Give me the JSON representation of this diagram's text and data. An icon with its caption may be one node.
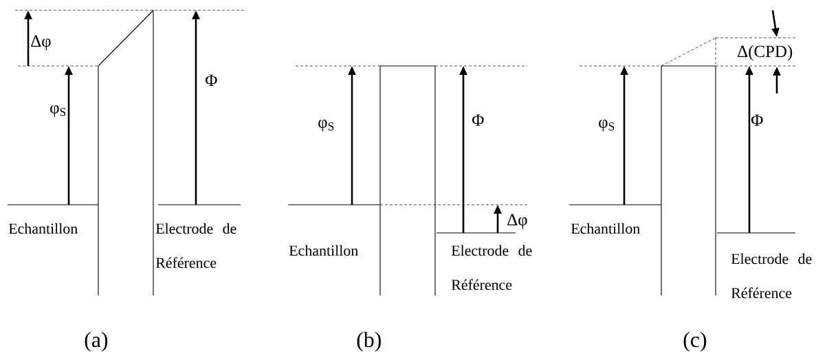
{
  "diagram": {
    "labels": [
      "Δφ",
      "φ$_{S}$",
      "Φ",
      "Echantillon",
      "Electrode de Référence",
      "(a)",
      "φ$_{S}$",
      "Φ",
      "Δφ",
      "Echantillon",
      "Electrode de Référence",
      "(b)",
      "Δ(CPD)",
      "φ$_{S}$",
      "Φ",
      "Echantillon",
      "Electrode de Référence",
      "(c)"
    ]
  }
}
